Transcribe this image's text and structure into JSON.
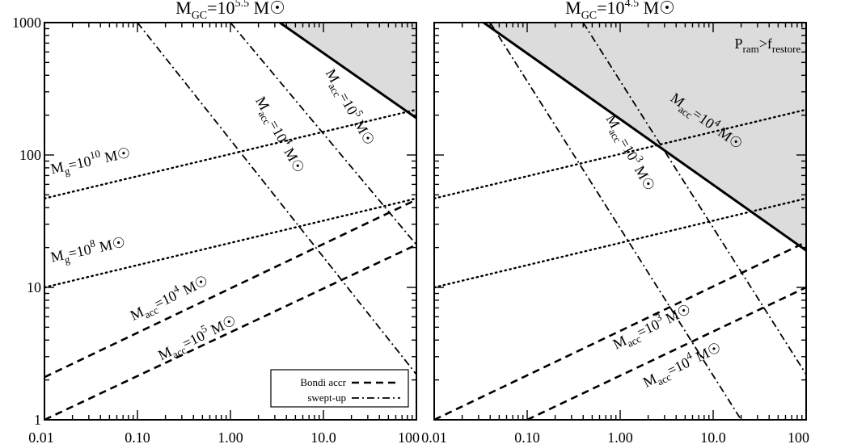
{
  "chart_data": [
    {
      "type": "line",
      "title_html": "M<tspan font-size='14' dy='6'>GC</tspan><tspan dy='-6'>=10</tspan><tspan font-size='14' dy='-9'>5.5</tspan><tspan dy='9'> M</tspan><tspan>&#9737;</tspan>",
      "title": "M_GC=10^5.5 M_sun",
      "xscale": "log",
      "yscale": "log",
      "xlim": [
        0.01,
        100
      ],
      "ylim": [
        1,
        1000
      ],
      "x_tick_labels": [
        "0.01",
        "0.10",
        "1.00",
        "10.0",
        "100"
      ],
      "y_tick_labels": [
        "1",
        "10",
        "100",
        "1000"
      ],
      "shaded_region": {
        "name": "P_ram > f_restore",
        "boundary": {
          "x": [
            3.4,
            100
          ],
          "y": [
            1000,
            190
          ]
        }
      },
      "series": [
        {
          "name": "M_g=10^10 M_sun",
          "style": "dotted",
          "x": [
            0.01,
            100
          ],
          "y": [
            47,
            220
          ]
        },
        {
          "name": "M_g=10^8 M_sun",
          "style": "dotted",
          "x": [
            0.01,
            100
          ],
          "y": [
            10,
            47
          ]
        },
        {
          "name": "Bondi accr M_acc=10^4 M_sun",
          "style": "dashed",
          "x": [
            0.01,
            100
          ],
          "y": [
            2.1,
            46
          ]
        },
        {
          "name": "Bondi accr M_acc=10^5 M_sun",
          "style": "dashed",
          "x": [
            0.01,
            100
          ],
          "y": [
            1.0,
            21
          ]
        },
        {
          "name": "swept-up M_acc=10^4 M_sun",
          "style": "dashdot",
          "x": [
            0.1,
            100
          ],
          "y": [
            1000,
            2.2
          ]
        },
        {
          "name": "swept-up M_acc=10^5 M_sun",
          "style": "dashdot",
          "x": [
            1.0,
            100
          ],
          "y": [
            1000,
            21
          ]
        },
        {
          "name": "restore boundary",
          "style": "solid",
          "x": [
            3.4,
            100
          ],
          "y": [
            1000,
            190
          ]
        }
      ],
      "annotations": [
        {
          "text_html": "M<tspan font-size='13' dy='5'>g</tspan><tspan dy='-5'>=10</tspan><tspan font-size='13' dy='-8'>10</tspan><tspan dy='8'> M&#9737;</tspan>",
          "x": 0.012,
          "y": 72,
          "angle": -12
        },
        {
          "text_html": "M<tspan font-size='13' dy='5'>g</tspan><tspan dy='-5'>=10</tspan><tspan font-size='13' dy='-8'>8</tspan><tspan dy='8'> M&#9737;</tspan>",
          "x": 0.012,
          "y": 15.5,
          "angle": -12
        },
        {
          "text_html": "M<tspan font-size='13' dy='5'>acc</tspan><tspan dy='-5'>=10</tspan><tspan font-size='13' dy='-8'>4</tspan><tspan dy='8'> M&#9737;</tspan>",
          "x": 0.09,
          "y": 5.6,
          "angle": -26
        },
        {
          "text_html": "M<tspan font-size='13' dy='5'>acc</tspan><tspan dy='-5'>=10</tspan><tspan font-size='13' dy='-8'>5</tspan><tspan dy='8'> M&#9737;</tspan>",
          "x": 0.18,
          "y": 2.8,
          "angle": -26
        },
        {
          "text_html": "M<tspan font-size='13' dy='5'>acc</tspan><tspan dy='-5'>=10</tspan><tspan font-size='13' dy='-8'>4</tspan><tspan dy='8'> M&#9737;</tspan>",
          "x": 1.85,
          "y": 260,
          "angle": 61
        },
        {
          "text_html": "M<tspan font-size='13' dy='5'>acc</tspan><tspan dy='-5'>=10</tspan><tspan font-size='13' dy='-8'>5</tspan><tspan dy='8'> M&#9737;</tspan>",
          "x": 10.5,
          "y": 420,
          "angle": 61
        }
      ],
      "legend": {
        "position": "bottom-right",
        "entries": [
          {
            "label": "Bondi accr",
            "style": "dashed"
          },
          {
            "label": "swept-up",
            "style": "dashdot"
          }
        ]
      }
    },
    {
      "type": "line",
      "title_html": "M<tspan font-size='14' dy='6'>GC</tspan><tspan dy='-6'>=10</tspan><tspan font-size='14' dy='-9'>4.5</tspan><tspan dy='9'> M</tspan><tspan>&#9737;</tspan>",
      "title": "M_GC=10^4.5 M_sun",
      "xscale": "log",
      "yscale": "log",
      "xlim": [
        0.01,
        100
      ],
      "ylim": [
        1,
        1000
      ],
      "x_tick_labels": [
        "0.01",
        "0.10",
        "1.00",
        "10.0",
        "100"
      ],
      "y_tick_labels": [
        "",
        "",
        "",
        ""
      ],
      "shaded_region": {
        "name": "P_ram > f_restore",
        "boundary": {
          "x": [
            0.034,
            100
          ],
          "y": [
            1000,
            19
          ]
        }
      },
      "series": [
        {
          "name": "upper dotted",
          "style": "dotted",
          "x": [
            0.01,
            100
          ],
          "y": [
            47,
            220
          ]
        },
        {
          "name": "lower dotted",
          "style": "dotted",
          "x": [
            0.01,
            100
          ],
          "y": [
            10,
            47
          ]
        },
        {
          "name": "Bondi accr M_acc=10^3 M_sun",
          "style": "dashed",
          "x": [
            0.01,
            100
          ],
          "y": [
            1.0,
            22
          ]
        },
        {
          "name": "Bondi accr M_acc=10^4 M_sun",
          "style": "dashed",
          "x": [
            0.1,
            100
          ],
          "y": [
            1.0,
            10
          ]
        },
        {
          "name": "swept-up M_acc=10^3 M_sun",
          "style": "dashdot",
          "x": [
            0.04,
            20
          ],
          "y": [
            1000,
            1
          ]
        },
        {
          "name": "swept-up M_acc=10^4 M_sun",
          "style": "dashdot",
          "x": [
            0.4,
            100
          ],
          "y": [
            1000,
            2.2
          ]
        },
        {
          "name": "restore boundary",
          "style": "solid",
          "x": [
            0.034,
            100
          ],
          "y": [
            1000,
            19
          ]
        }
      ],
      "annotations": [
        {
          "text_html": "P<tspan font-size='13' dy='5'>ram</tspan><tspan dy='-5'>&gt;f</tspan><tspan font-size='13' dy='5'>restore</tspan>",
          "x": 17,
          "y": 640,
          "angle": 0
        },
        {
          "text_html": "M<tspan font-size='13' dy='5'>acc</tspan><tspan dy='-5'>=10</tspan><tspan font-size='13' dy='-8'>3</tspan><tspan dy='8'> M&#9737;</tspan>",
          "x": 0.7,
          "y": 190,
          "angle": 61
        },
        {
          "text_html": "M<tspan font-size='13' dy='5'>acc</tspan><tspan dy='-5'>=10</tspan><tspan font-size='13' dy='-8'>4</tspan><tspan dy='8'> M&#9737;</tspan>",
          "x": 3.4,
          "y": 260,
          "angle": 36
        },
        {
          "text_html": "M<tspan font-size='13' dy='5'>acc</tspan><tspan dy='-5'>=10</tspan><tspan font-size='13' dy='-8'>3</tspan><tspan dy='8'> M&#9737;</tspan>",
          "x": 0.9,
          "y": 3.4,
          "angle": -26
        },
        {
          "text_html": "M<tspan font-size='13' dy='5'>acc</tspan><tspan dy='-5'>=10</tspan><tspan font-size='13' dy='-8'>4</tspan><tspan dy='8'> M&#9737;</tspan>",
          "x": 1.9,
          "y": 1.75,
          "angle": -26
        }
      ]
    }
  ]
}
